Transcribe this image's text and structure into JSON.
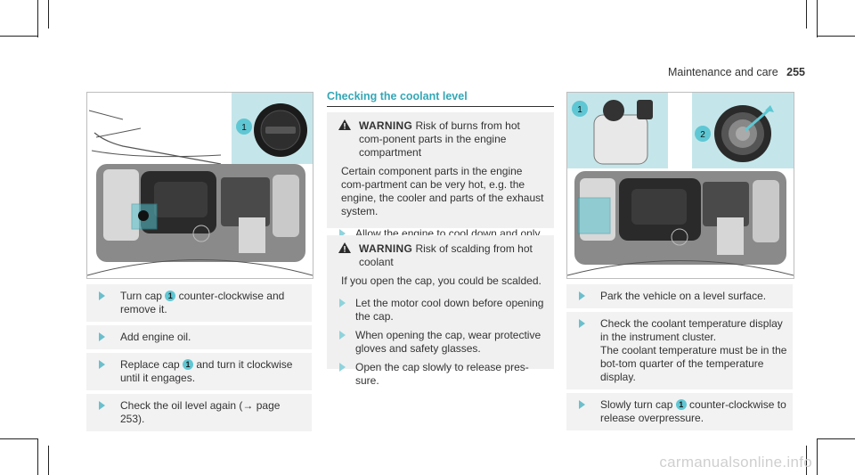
{
  "header": {
    "section": "Maintenance and care",
    "page": "255"
  },
  "left_column": {
    "steps": [
      {
        "pre": "Turn cap ",
        "num": "1",
        "post": " counter-clockwise and remove it."
      },
      {
        "pre": "Add engine oil.",
        "num": "",
        "post": ""
      },
      {
        "pre": "Replace cap ",
        "num": "1",
        "post": " and turn it clockwise until it engages."
      },
      {
        "pre": "Check the oil level again (→ page 253).",
        "num": "",
        "post": ""
      }
    ],
    "figure_callout": "1"
  },
  "middle_column": {
    "title": "Checking the coolant level",
    "warnings": [
      {
        "label": "WARNING",
        "head": "Risk of burns from hot com-ponent parts in the engine compartment",
        "body": "Certain component parts in the engine com-partment can be very hot, e.g. the engine, the cooler and parts of the exhaust system.",
        "steps": [
          "Allow the engine to cool down and only touch component parts described in the following."
        ]
      },
      {
        "label": "WARNING",
        "head": "Risk of scalding from hot coolant",
        "body": "If you open the cap, you could be scalded.",
        "steps": [
          "Let the motor cool down before opening the cap.",
          "When opening the cap, wear protective gloves and safety glasses.",
          "Open the cap slowly to release pres-sure."
        ]
      }
    ]
  },
  "right_column": {
    "figure_callouts": [
      "1",
      "2"
    ],
    "steps": [
      {
        "pre": "Park the vehicle on a level surface.",
        "num": "",
        "post": ""
      },
      {
        "pre": "Check the coolant temperature display in the instrument cluster.\nThe coolant temperature must be in the bot-tom quarter of the temperature display.",
        "num": "",
        "post": ""
      },
      {
        "pre": "Slowly turn cap ",
        "num": "1",
        "post": " counter-clockwise to release overpressure."
      }
    ]
  },
  "watermark": "carmanualsonline.info",
  "colors": {
    "accent": "#34a7b6",
    "inset": "#c4e6ea",
    "callout": "#5fc7d4",
    "step_bg": "#f2f2f2"
  }
}
